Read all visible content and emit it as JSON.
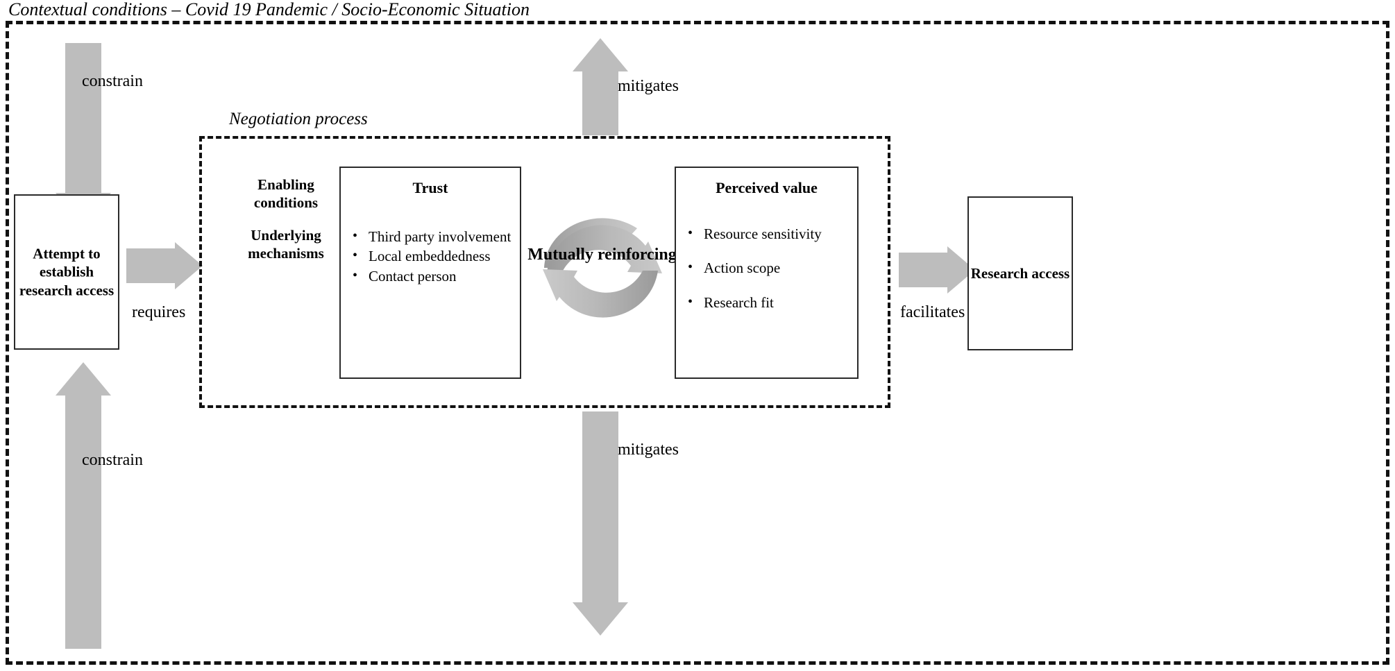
{
  "diagram": {
    "outer_caption": "Contextual conditions – Covid 19 Pandemic / Socio-Economic Situation",
    "inner_caption": "Negotiation process",
    "left_box": "Attempt to establish research access",
    "right_box": "Research access",
    "side_labels": {
      "enabling": "Enabling conditions",
      "underlying": "Underlying mechanisms"
    },
    "cards": [
      {
        "title": "Trust",
        "items": [
          "Third party involvement",
          "Local embeddedness",
          "Contact person"
        ]
      },
      {
        "title": "Perceived value",
        "items": [
          "Resource sensitivity",
          "Action scope",
          "Research fit"
        ]
      }
    ],
    "cycle_label": "Mutually reinforcing",
    "edges": {
      "constrain_top": "constrain",
      "constrain_bottom": "constrain",
      "requires": "requires",
      "facilitates": "facilitates",
      "mitigates_top": "mitigates",
      "mitigates_bottom": "mitigates"
    },
    "colors": {
      "arrow_grey": "#bdbdbd",
      "arrow_grey_dark": "#9a9a9a",
      "line_black": "#111111",
      "box_border": "#2a2a2a"
    }
  }
}
